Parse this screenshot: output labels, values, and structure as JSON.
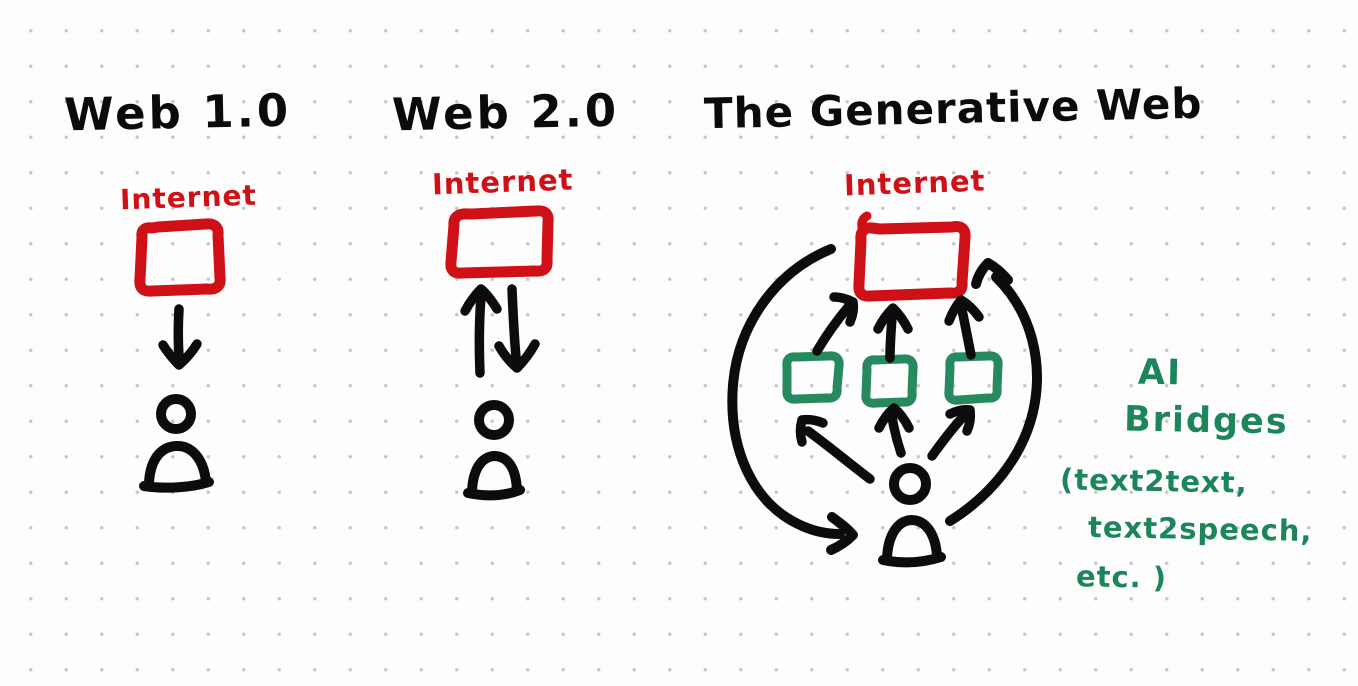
{
  "diagram_title_implicit": "Evolution of the web sketch",
  "colors": {
    "ink": "#0c0c0c",
    "internet_red": "#cf1016",
    "bridge_green": "#268a5e",
    "annotation_green": "#1d855a",
    "background": "#fdfdfd",
    "grid_dot": "#c7c7c7"
  },
  "columns": [
    {
      "id": "web1",
      "title": "Web 1.0",
      "internet_label": "Internet"
    },
    {
      "id": "web2",
      "title": "Web 2.0",
      "internet_label": "Internet"
    },
    {
      "id": "generative",
      "title": "The Generative Web",
      "internet_label": "Internet"
    }
  ],
  "annotation": {
    "heading_line1": "AI",
    "heading_line2": "Bridges",
    "detail_line1": "(text2text,",
    "detail_line2": "text2speech,",
    "detail_line3": "etc. )"
  },
  "icons": {
    "internet_node": "internet-box-icon",
    "user_node": "user-icon",
    "bridge_node": "ai-bridge-box-icon",
    "flow": "arrow-icon"
  }
}
